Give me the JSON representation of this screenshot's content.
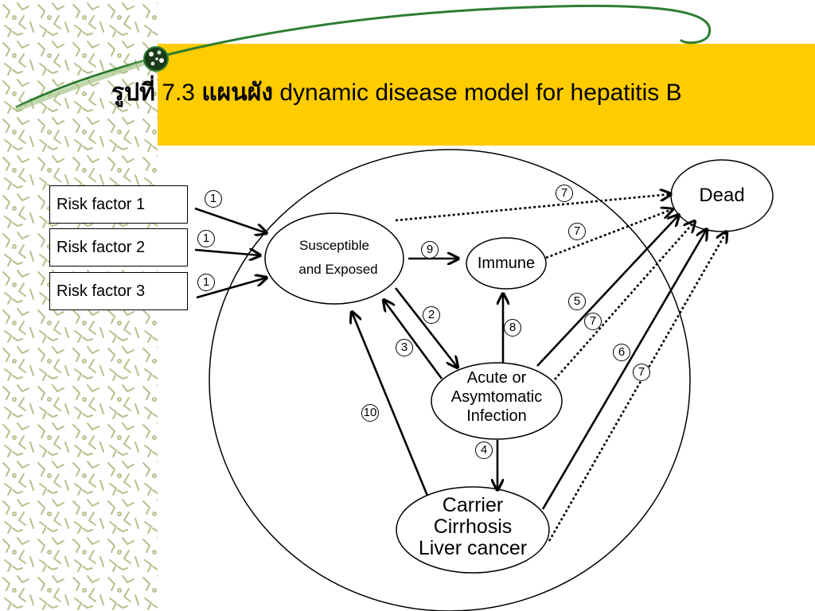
{
  "title": {
    "thai_prefix": "รูปที่",
    "number": "7.3",
    "thai_middle": "แผนผัง",
    "english": "dynamic disease model for hepatitis B"
  },
  "risk_factors": [
    "Risk factor 1",
    "Risk factor 2",
    "Risk factor 3"
  ],
  "nodes": {
    "susceptible": [
      "Susceptible",
      "and Exposed"
    ],
    "immune": "Immune",
    "dead": "Dead",
    "acute": [
      "Acute or",
      "Asymtomatic",
      "Infection"
    ],
    "carrier": [
      "Carrier",
      "Cirrhosis",
      "Liver cancer"
    ]
  },
  "transition_numbers": {
    "rf1": "1",
    "rf2": "1",
    "rf3": "1",
    "sus_to_acute": "2",
    "acute_to_sus": "3",
    "acute_to_carrier": "4",
    "acute_to_dead": "5",
    "carrier_to_dead": "6",
    "sus_to_dead": "7",
    "immune_to_dead": "7",
    "acute_to_dead_other": "7",
    "carrier_to_dead_other": "7",
    "acute_to_immune": "8",
    "sus_to_immune": "9",
    "carrier_to_sus": "10"
  },
  "colors": {
    "banner": "#FFCC00",
    "swoosh": "#2E7D32",
    "pattern": "#B9BE8C"
  }
}
